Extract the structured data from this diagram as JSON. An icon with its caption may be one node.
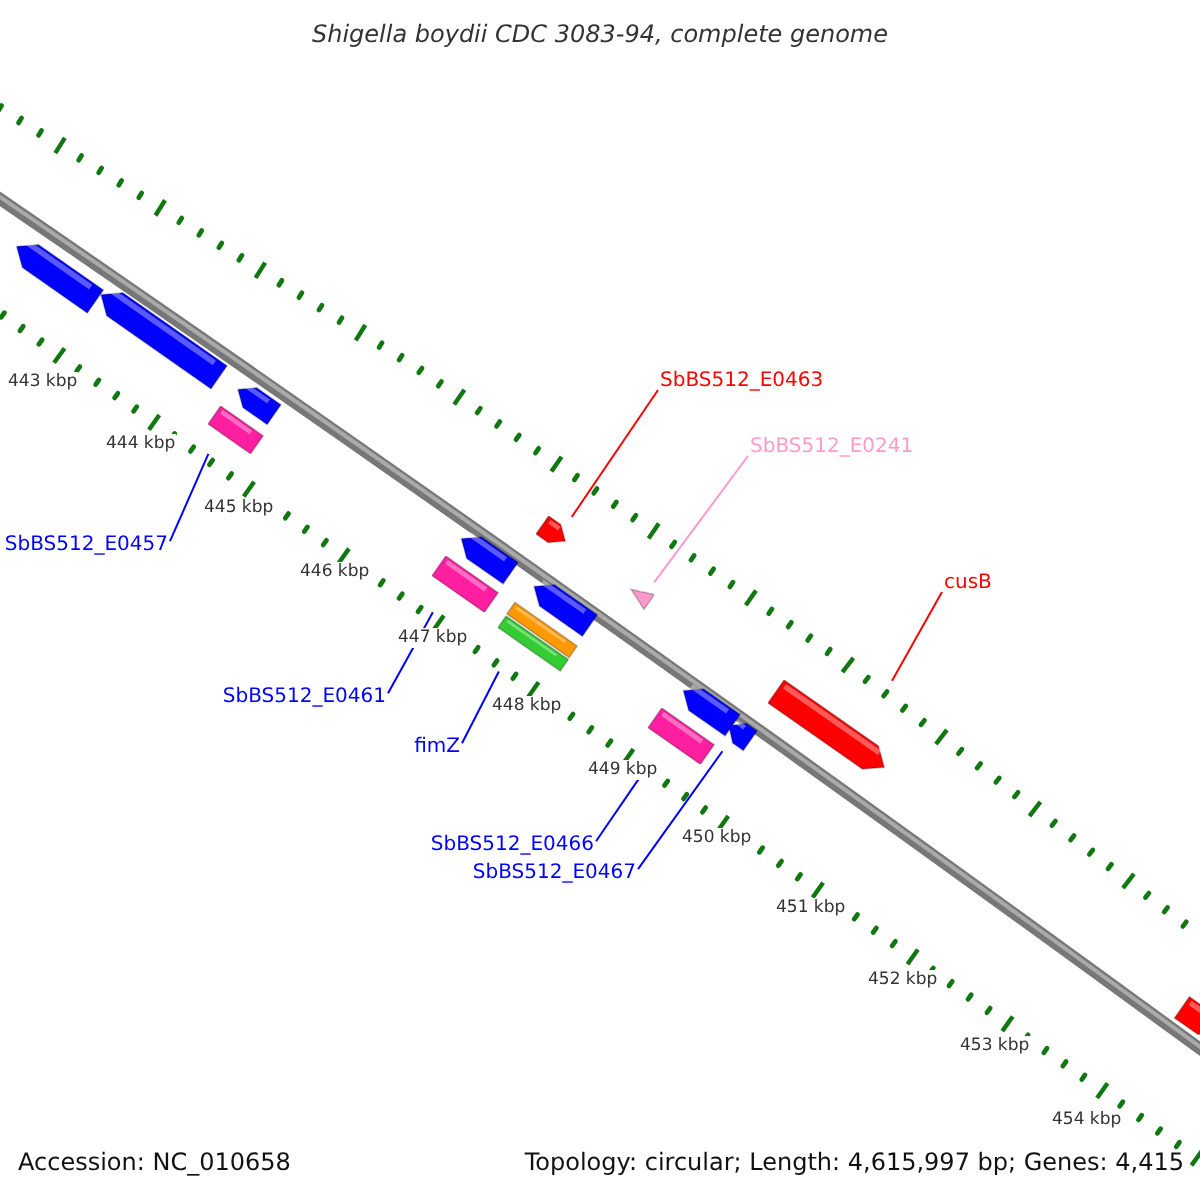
{
  "diagram": {
    "title": "Shigella boydii CDC 3083-94, complete genome",
    "nodes": [
      {
        "text": [
          "SbBS512_E0463"
        ]
      },
      {
        "text": [
          "SbBS512_E0241"
        ]
      },
      {
        "text": [
          "SbBS512_E0457"
        ]
      },
      {
        "text": [
          "cusB"
        ]
      },
      {
        "text": [
          "SbBS512_E0461"
        ]
      },
      {
        "text": [
          "fimZ"
        ]
      },
      {
        "text": [
          "SbBS512_E0466"
        ]
      },
      {
        "text": [
          "SbBS512_E0467"
        ]
      },
      {
        "text": [],
        "shape": "arrow"
      },
      {
        "text": [],
        "shape": "triangle"
      },
      {
        "text": [],
        "shape": "bar"
      },
      {
        "text": [],
        "shape": "arrow"
      },
      {
        "text": [],
        "shape": "bar"
      },
      {
        "text": [],
        "shape": "bar"
      },
      {
        "text": [],
        "shape": "bar"
      },
      {
        "text": [],
        "shape": "arrow"
      }
    ],
    "edges": [
      {
        "from": 0,
        "to": 8,
        "arrow": "none",
        "color": "#ff0000"
      },
      {
        "from": 1,
        "to": 9,
        "arrow": "none",
        "color": "#ff99cc"
      },
      {
        "from": 2,
        "to": 10,
        "arrow": "none"
      },
      {
        "from": 3,
        "to": 11,
        "arrow": "none",
        "color": "#ff0000"
      },
      {
        "from": 4,
        "to": 12,
        "arrow": "none"
      },
      {
        "from": 5,
        "to": 13,
        "arrow": "none"
      },
      {
        "from": 6,
        "to": 14,
        "arrow": "none"
      },
      {
        "from": 7,
        "to": 15,
        "arrow": "none"
      }
    ],
    "labels": [
      "443 kbp",
      "444 kbp",
      "445 kbp",
      "446 kbp",
      "447 kbp",
      "448 kbp",
      "449 kbp",
      "450 kbp",
      "451 kbp",
      "452 kbp",
      "453 kbp",
      "454 kbp",
      "Accession: NC_010658",
      "Topology: circular; Length: 4,615,997 bp; Genes: 4,415"
    ]
  }
}
